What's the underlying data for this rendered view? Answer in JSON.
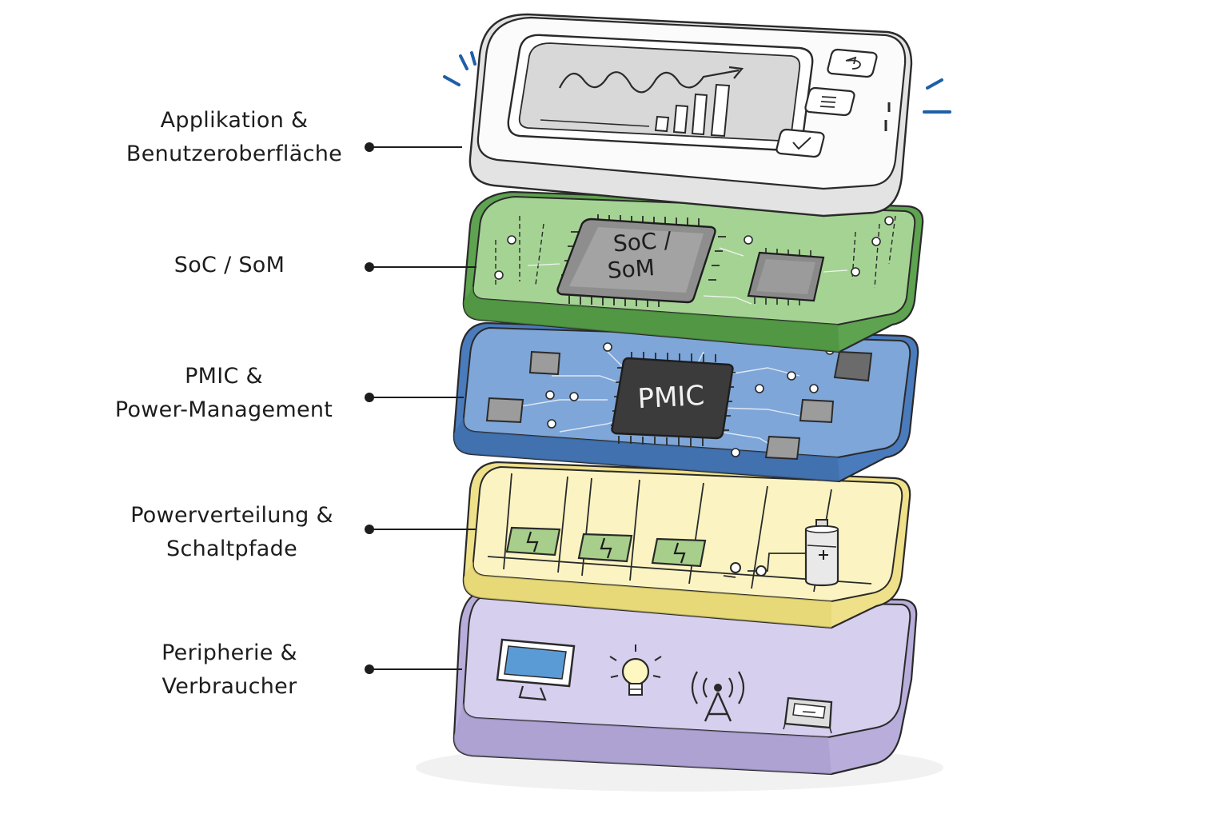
{
  "layers": [
    {
      "id": "app",
      "label_lines": [
        "Applikation &",
        "Benutzeroberfläche"
      ],
      "color": "#ffffff"
    },
    {
      "id": "soc",
      "label_lines": [
        "SoC / SoM"
      ],
      "color": "#8fc47f"
    },
    {
      "id": "pmic",
      "label_lines": [
        "PMIC &",
        "Power-Management"
      ],
      "color": "#6d98cf"
    },
    {
      "id": "power",
      "label_lines": [
        "Powerverteilung &",
        "Schaltpfade"
      ],
      "color": "#f5ec9e"
    },
    {
      "id": "periphery",
      "label_lines": [
        "Peripherie &",
        "Verbraucher"
      ],
      "color": "#c9bfe3"
    }
  ],
  "chips": {
    "soc_line1": "SoC /",
    "soc_line2": "SoM",
    "pmic": "PMIC"
  },
  "icons": {
    "device_buttons": [
      "back-arrow-icon",
      "menu-icon",
      "check-icon"
    ],
    "screen": [
      "line-chart-icon",
      "bar-chart-icon"
    ],
    "power_switches": [
      "lightning-icon",
      "lightning-icon",
      "lightning-icon"
    ],
    "battery": "battery-icon",
    "periphery": [
      "monitor-icon",
      "lightbulb-icon",
      "antenna-icon",
      "module-icon"
    ]
  },
  "colors": {
    "accent_blue": "#1f5fa8",
    "ink": "#1d1d1d"
  }
}
